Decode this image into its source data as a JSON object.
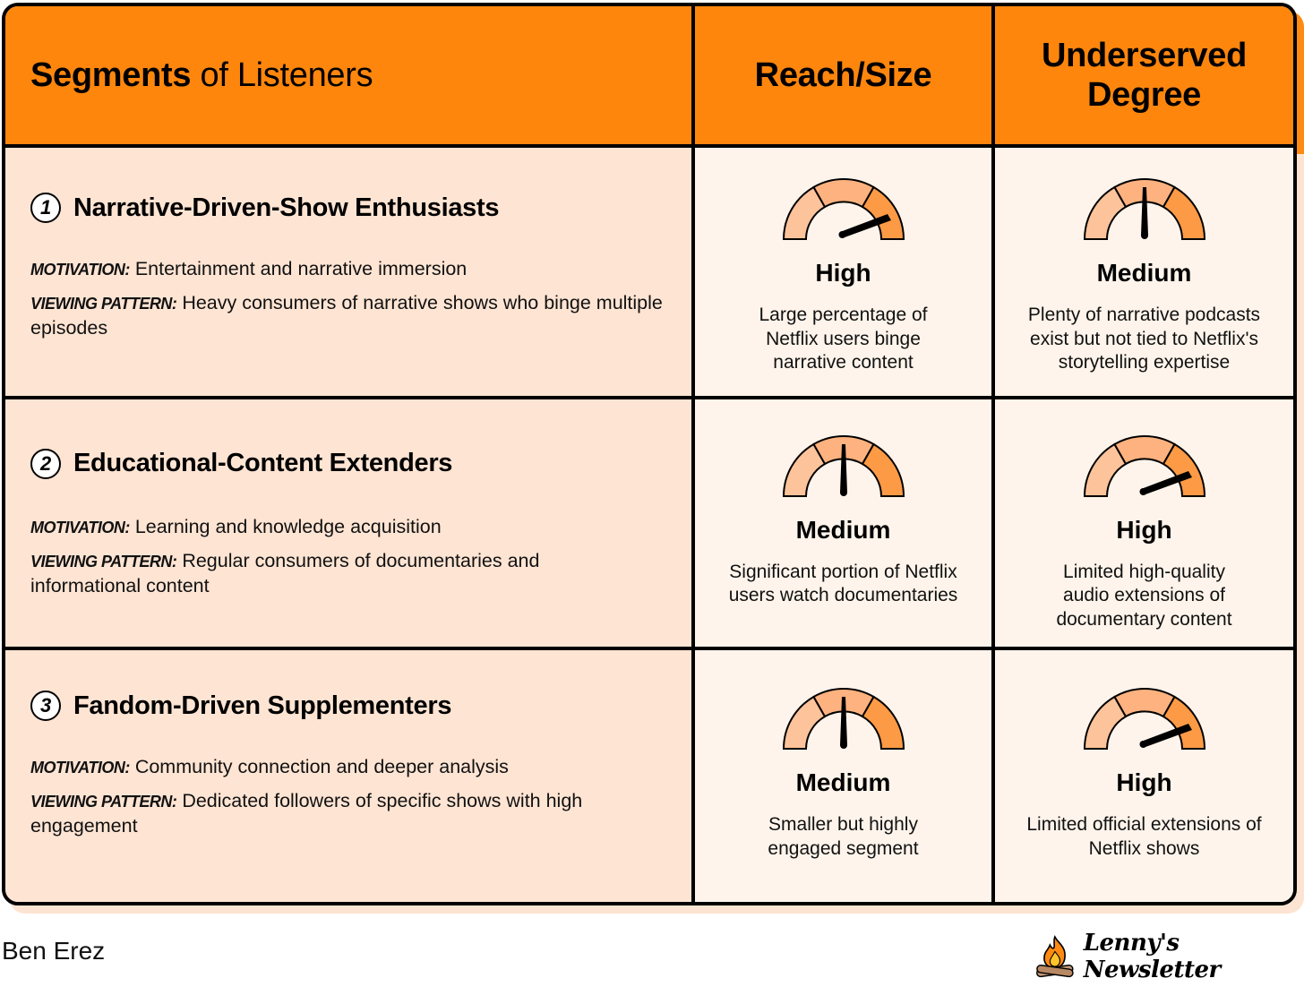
{
  "header": {
    "title_bold": "Segments",
    "title_light": "of Listeners",
    "col_reach": "Reach/Size",
    "col_underserved_line1": "Underserved",
    "col_underserved_line2": "Degree"
  },
  "labels": {
    "motivation": "MOTIVATION:",
    "viewing_pattern": "VIEWING PATTERN:"
  },
  "segments": [
    {
      "number": "1",
      "name": "Narrative-Driven-Show Enthusiasts",
      "motivation": "Entertainment and narrative immersion",
      "viewing_pattern": "Heavy consumers of narrative shows who binge multiple episodes",
      "reach": {
        "rating": "High",
        "description": "Large percentage of Netflix users binge narrative content",
        "gauge": "high"
      },
      "underserved": {
        "rating": "Medium",
        "description": "Plenty of narrative podcasts exist but not tied to Netflix's storytelling expertise",
        "gauge": "medium"
      }
    },
    {
      "number": "2",
      "name": "Educational-Content Extenders",
      "motivation": "Learning and knowledge acquisition",
      "viewing_pattern": "Regular consumers of documentaries and informational content",
      "reach": {
        "rating": "Medium",
        "description": "Significant portion of Netflix users watch documentaries",
        "gauge": "medium"
      },
      "underserved": {
        "rating": "High",
        "description": "Limited high-quality audio extensions of documentary content",
        "gauge": "high"
      }
    },
    {
      "number": "3",
      "name": "Fandom-Driven Supplementers",
      "motivation": "Community connection and deeper analysis",
      "viewing_pattern": "Dedicated followers of specific shows with high engagement",
      "reach": {
        "rating": "Medium",
        "description": "Smaller but highly engaged segment",
        "gauge": "medium"
      },
      "underserved": {
        "rating": "High",
        "description": "Limited official extensions of Netflix shows",
        "gauge": "high"
      }
    }
  ],
  "footer": {
    "author": "Ben Erez",
    "brand": "Lenny's Newsletter",
    "brand_icon": "campfire-icon"
  },
  "colors": {
    "header_orange": "#ff860d",
    "segment_bg": "#fee4d3",
    "cell_bg": "#fef4eb",
    "gauge_low": "#fdc39a",
    "gauge_mid": "#fdb27f",
    "gauge_high": "#fd9a45"
  }
}
